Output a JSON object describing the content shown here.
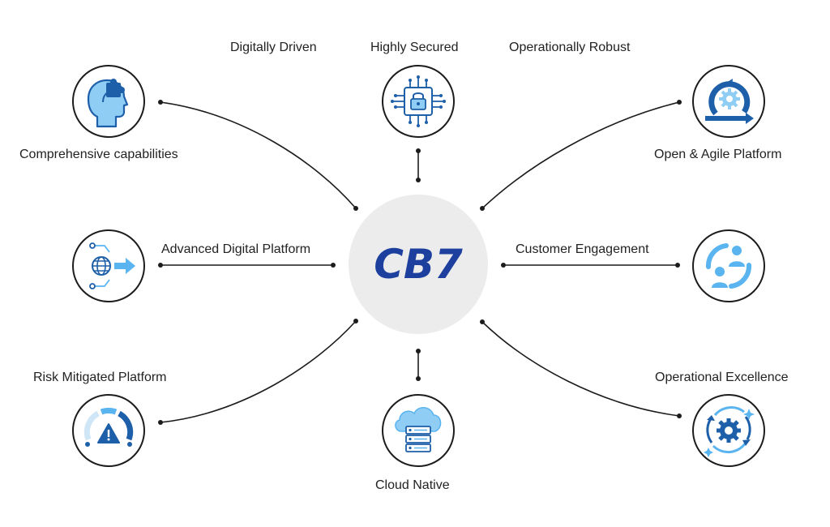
{
  "hub": {
    "logo_text": "CB7"
  },
  "features": {
    "comprehensive": {
      "label": "Comprehensive capabilities",
      "icon": "head-puzzle-icon"
    },
    "digitally_driven": {
      "label": "Digitally Driven"
    },
    "highly_secured": {
      "label": "Highly Secured",
      "icon": "chip-lock-icon"
    },
    "operationally_robust": {
      "label": "Operationally Robust"
    },
    "open_agile": {
      "label": "Open & Agile Platform",
      "icon": "cycle-gear-icon"
    },
    "advanced_digital": {
      "label": "Advanced Digital Platform",
      "icon": "globe-arrow-icon"
    },
    "customer_engagement": {
      "label": "Customer Engagement",
      "icon": "users-exchange-icon"
    },
    "risk_mitigated": {
      "label": "Risk Mitigated Platform",
      "icon": "gauge-warning-icon"
    },
    "cloud_native": {
      "label": "Cloud Native",
      "icon": "cloud-server-icon"
    },
    "operational_excellence": {
      "label": "Operational Excellence",
      "icon": "gear-cycle-icon"
    }
  },
  "colors": {
    "dark_blue": "#1d5fa8",
    "light_blue": "#5ab4f0",
    "logo_blue": "#1d3f9e",
    "hub_bg": "#ececec",
    "line": "#1c1c1c"
  }
}
